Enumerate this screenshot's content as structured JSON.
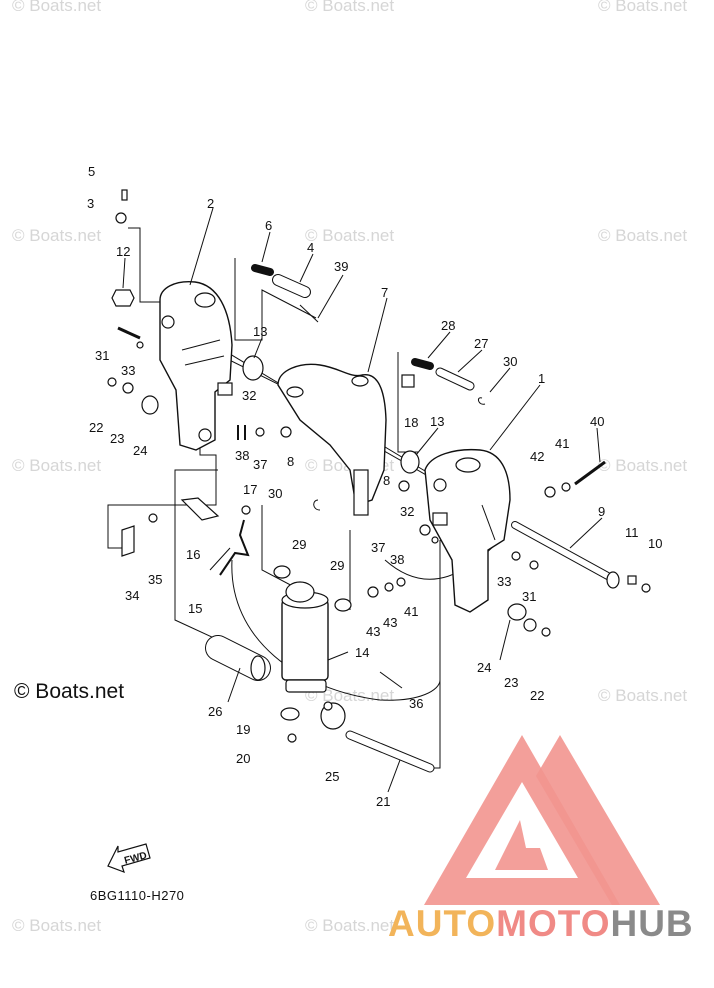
{
  "diagram": {
    "code": "6BG1110-H270",
    "fwd_label": "FWD",
    "callouts": [
      "5",
      "3",
      "2",
      "6",
      "4",
      "39",
      "12",
      "7",
      "28",
      "27",
      "30",
      "31",
      "13",
      "33",
      "1",
      "32",
      "22",
      "23",
      "24",
      "18",
      "13",
      "40",
      "41",
      "42",
      "38",
      "37",
      "8",
      "30",
      "17",
      "8",
      "32",
      "9",
      "37",
      "38",
      "29",
      "16",
      "11",
      "10",
      "29",
      "33",
      "31",
      "35",
      "34",
      "15",
      "43",
      "43",
      "41",
      "14",
      "24",
      "23",
      "22",
      "26",
      "36",
      "19",
      "25",
      "20",
      "21"
    ]
  },
  "watermarks": {
    "text": "© Boats.net",
    "main": "© Boats.net"
  },
  "brand": {
    "part1": "AUTO",
    "part2": "MOTO",
    "part3": "HUB",
    "colors": {
      "auto": "#f2b45a",
      "moto": "#f08a86",
      "hub": "#8a8a8a",
      "logo": "#f2958f"
    }
  }
}
